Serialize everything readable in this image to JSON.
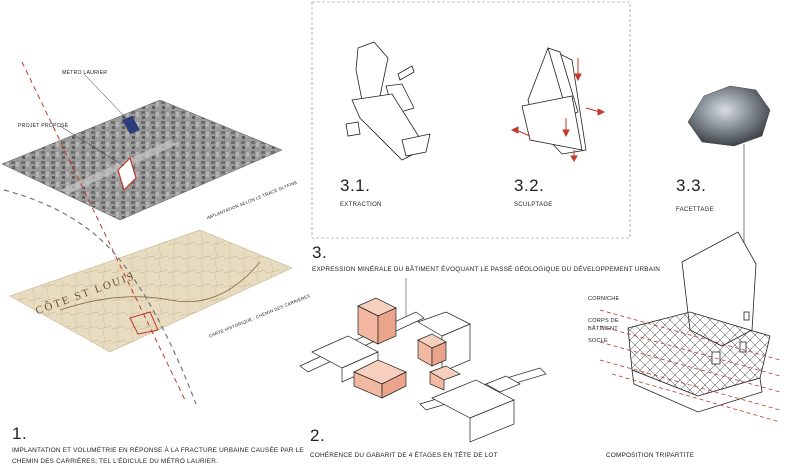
{
  "panel1": {
    "number": "1.",
    "caption_line1": "Implantation et volumétrie en réponse à la fracture urbaine causée par le",
    "caption_line2": "chemin des carrières; tel l'édicule du métro Laurier.",
    "label_metro": "Métro Laurier",
    "label_projet": "Projet proposé",
    "label_trace": "Implantation selon le tracé Glyfine",
    "label_carte": "Carte historique : Chemin des carrières",
    "map_text": "Côte St Louis"
  },
  "panel2": {
    "number": "2.",
    "caption": "Cohérence du gabarit de 4 étages en tête de lot"
  },
  "panel3": {
    "number": "3.",
    "caption": "Expression minérale du bâtiment évoquant le passé géologique du développement urbain",
    "step1_number": "3.1.",
    "step1_label": "Extraction",
    "step2_number": "3.2.",
    "step2_label": "Sculptage",
    "step3_number": "3.3.",
    "step3_label": "Facettage",
    "label_corniche": "Corniche",
    "label_corps1": "Corps de",
    "label_corps2": "bâtiment",
    "label_socle": "Socle",
    "composition": "Composition tripartite"
  },
  "colors": {
    "accent_red": "#c0392b",
    "salmon": "#f2b8a2",
    "map_paper": "#e8dcc0",
    "city_grey": "#8c8c8c",
    "rock": "#7a7f87"
  }
}
